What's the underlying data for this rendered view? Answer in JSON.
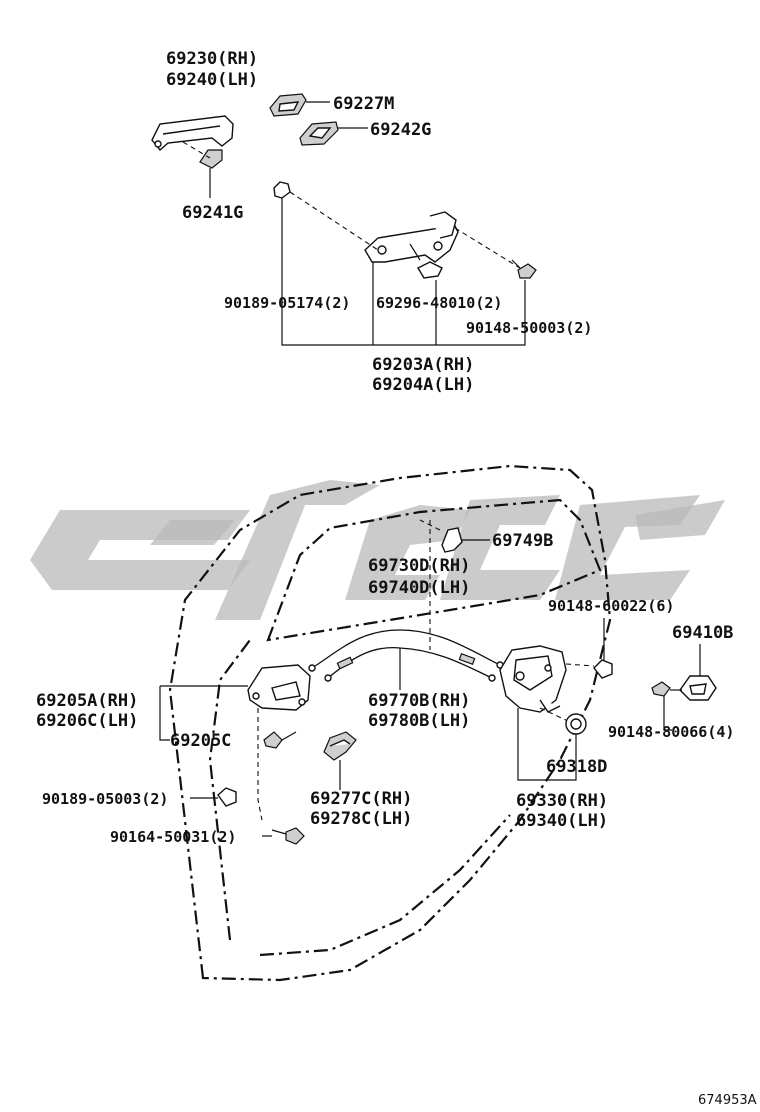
{
  "labels": {
    "p69230": "69230(RH)",
    "p69240": "69240(LH)",
    "p69227M": "69227M",
    "p69242G": "69242G",
    "p69241G": "69241G",
    "p90189_05174": "90189-05174(2)",
    "p69296_48010": "69296-48010(2)",
    "p90148_50003": "90148-50003(2)",
    "p69203A": "69203A(RH)",
    "p69204A": "69204A(LH)",
    "p69749B": "69749B",
    "p69730D": "69730D(RH)",
    "p69740D": "69740D(LH)",
    "p90148_60022": "90148-60022(6)",
    "p69410B": "69410B",
    "p69205A": "69205A(RH)",
    "p69206C": "69206C(LH)",
    "p69770B": "69770B(RH)",
    "p69780B": "69780B(LH)",
    "p69205C": "69205C",
    "p90148_80066": "90148-80066(4)",
    "p69318D": "69318D",
    "p90189_05003": "90189-05003(2)",
    "p69277C": "69277C(RH)",
    "p69278C": "69278C(LH)",
    "p69330": "69330(RH)",
    "p69340": "69340(LH)",
    "p90164_50031": "90164-50031(2)"
  },
  "diagram_ref": "674953A",
  "colors": {
    "line": "#111111",
    "watermark": "#b9b9b9",
    "background": "#ffffff"
  }
}
